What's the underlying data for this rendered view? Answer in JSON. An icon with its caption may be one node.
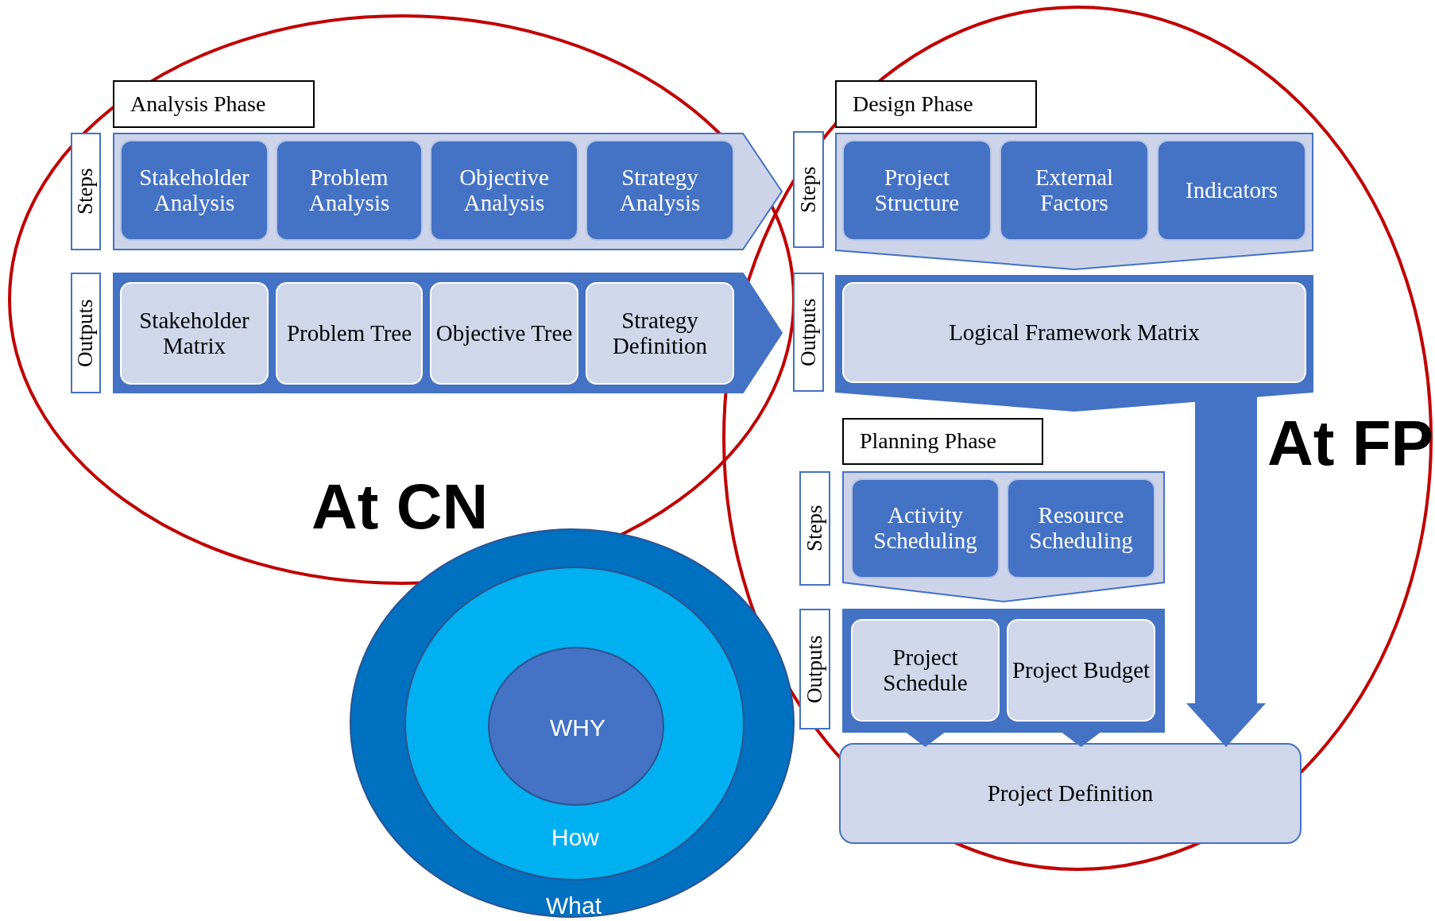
{
  "diagram": {
    "nodes": [
      {
        "text": [
          "Analysis Phase"
        ]
      },
      {
        "text": [
          "Steps"
        ]
      },
      {
        "text": [],
        "shape": "band"
      },
      {
        "text": [
          "Stakeholder Analysis"
        ],
        "in": 2
      },
      {
        "text": [
          "Problem Analysis"
        ],
        "in": 2
      },
      {
        "text": [
          "Objective Analysis"
        ],
        "in": 2
      },
      {
        "text": [
          "Strategy Analysis"
        ],
        "in": 2
      },
      {
        "text": [
          "Outputs"
        ]
      },
      {
        "text": [],
        "shape": "band"
      },
      {
        "text": [
          "Stakeholder Matrix"
        ],
        "in": 8
      },
      {
        "text": [
          "Problem Tree"
        ],
        "in": 8
      },
      {
        "text": [
          "Objective Tree"
        ],
        "in": 8
      },
      {
        "text": [
          "Strategy Definition"
        ],
        "in": 8
      },
      {
        "text": [
          "Design Phase"
        ]
      },
      {
        "text": [
          "Steps"
        ]
      },
      {
        "text": [],
        "shape": "band"
      },
      {
        "text": [
          "Project Structure"
        ],
        "in": 15
      },
      {
        "text": [
          "External Factors"
        ],
        "in": 15
      },
      {
        "text": [
          "Indicators"
        ],
        "in": 15
      },
      {
        "text": [
          "Outputs"
        ]
      },
      {
        "text": [],
        "shape": "band"
      },
      {
        "text": [
          "Logical Framework Matrix"
        ],
        "in": 20
      },
      {
        "text": [
          "Planning Phase"
        ]
      },
      {
        "text": [
          "Steps"
        ]
      },
      {
        "text": [],
        "shape": "band"
      },
      {
        "text": [
          "Activity Scheduling"
        ],
        "in": 24
      },
      {
        "text": [
          "Resource Scheduling"
        ],
        "in": 24
      },
      {
        "text": [
          "Outputs"
        ]
      },
      {
        "text": [],
        "shape": "band"
      },
      {
        "text": [
          "Project Schedule"
        ],
        "in": 28
      },
      {
        "text": [
          "Project Budget"
        ],
        "in": 28
      },
      {
        "text": [
          "Project Definition"
        ]
      },
      {
        "text": [
          "What"
        ]
      },
      {
        "text": [
          "How"
        ],
        "in": 32
      },
      {
        "text": [
          "WHY"
        ],
        "in": 33
      }
    ],
    "edges": [
      {
        "from": 29,
        "to": 31,
        "arrow": "to"
      },
      {
        "from": 30,
        "to": 31,
        "arrow": "to"
      },
      {
        "from": 21,
        "to": 31,
        "arrow": "to"
      }
    ],
    "labels": [
      "At CN",
      "At FP"
    ]
  }
}
